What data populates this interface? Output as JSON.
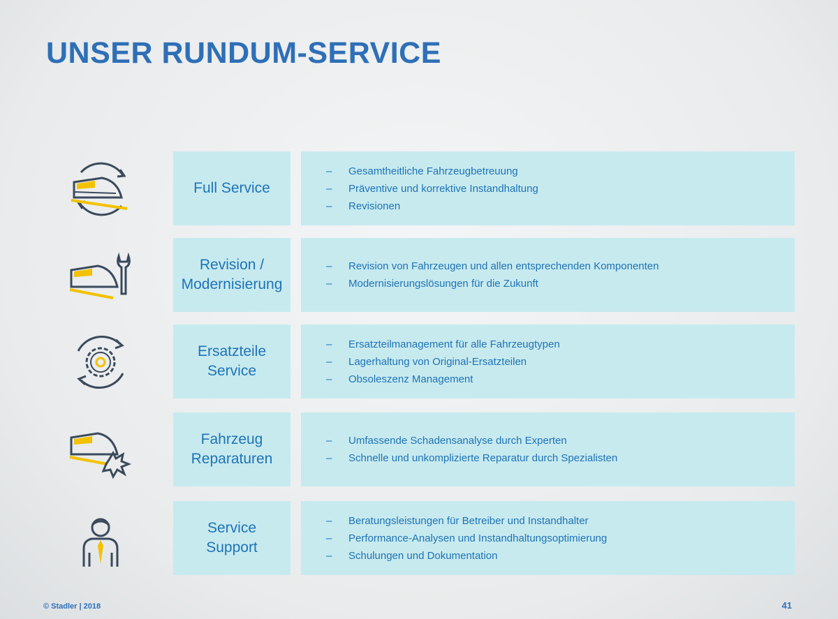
{
  "title": "UNSER RUNDUM-SERVICE",
  "rows": [
    {
      "icon": "train-cycle-icon",
      "label": "Full Service",
      "items": [
        "Gesamtheitliche Fahrzeugbetreuung",
        "Präventive und korrektive Instandhaltung",
        "Revisionen"
      ]
    },
    {
      "icon": "train-wrench-icon",
      "label": "Revision /\nModernisierung",
      "items": [
        "Revision von Fahrzeugen und allen entsprechenden Komponenten",
        "Modernisierungslösungen für die Zukunft"
      ]
    },
    {
      "icon": "gear-cycle-icon",
      "label": "Ersatzteile\nService",
      "items": [
        "Ersatzteilmanagement für alle Fahrzeugtypen",
        "Lagerhaltung von Original-Ersatzteilen",
        "Obsoleszenz Management"
      ]
    },
    {
      "icon": "train-damage-icon",
      "label": "Fahrzeug\nReparaturen",
      "items": [
        "Umfassende Schadensanalyse durch Experten",
        "Schnelle und unkomplizierte Reparatur durch Spezialisten"
      ]
    },
    {
      "icon": "person-support-icon",
      "label": "Service\nSupport",
      "items": [
        "Beratungsleistungen für Betreiber und Instandhalter",
        "Performance-Analysen und Instandhaltungsoptimierung",
        "Schulungen und Dokumentation"
      ]
    }
  ],
  "footer": {
    "copyright": "© Stadler | 2018",
    "page": "41"
  },
  "colors": {
    "accent": "#2e6fb7",
    "box": "#c7eaef",
    "icon_dark": "#3a4a5c",
    "icon_yellow": "#f2c200"
  }
}
